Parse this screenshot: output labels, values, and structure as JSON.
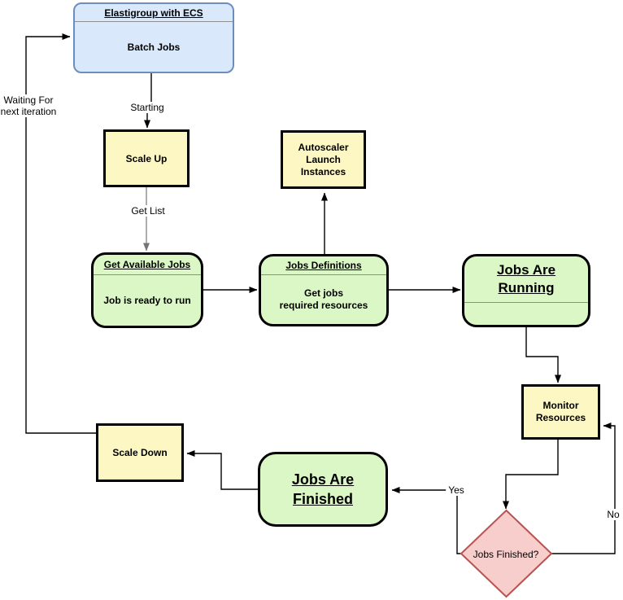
{
  "diagram": {
    "nodes": {
      "elastigroup": {
        "title": "Elastigroup with ECS",
        "body": "Batch Jobs"
      },
      "scale_up": {
        "label": "Scale Up"
      },
      "autoscaler": {
        "label": "Autoscaler\nLaunch\nInstances"
      },
      "get_available_jobs": {
        "title": "Get Available Jobs",
        "body": "Job is ready to run"
      },
      "jobs_definitions": {
        "title": "Jobs Definitions",
        "body": "Get jobs\nrequired resources"
      },
      "jobs_are_running": {
        "title": "Jobs Are\nRunning"
      },
      "monitor_resources": {
        "label": "Monitor\nResources"
      },
      "jobs_finished_decision": {
        "label": "Jobs Finished?"
      },
      "jobs_are_finished": {
        "title": "Jobs Are\nFinished"
      },
      "scale_down": {
        "label": "Scale Down"
      }
    },
    "edge_labels": {
      "starting": "Starting",
      "get_list": "Get List",
      "yes": "Yes",
      "no": "No",
      "waiting": "Waiting For\nnext iteration"
    },
    "colors": {
      "node_blue_fill": "#dae8fc",
      "node_blue_border": "#6c8ebf",
      "node_yellow_fill": "#fdf7c4",
      "node_green_fill": "#dbf7c6",
      "node_border_dark": "#000000",
      "diamond_fill": "#f8cecc",
      "diamond_border": "#b85450",
      "edge_color": "#000000",
      "edge_gray": "#757575",
      "divider_color": "#8f8f8f"
    }
  }
}
